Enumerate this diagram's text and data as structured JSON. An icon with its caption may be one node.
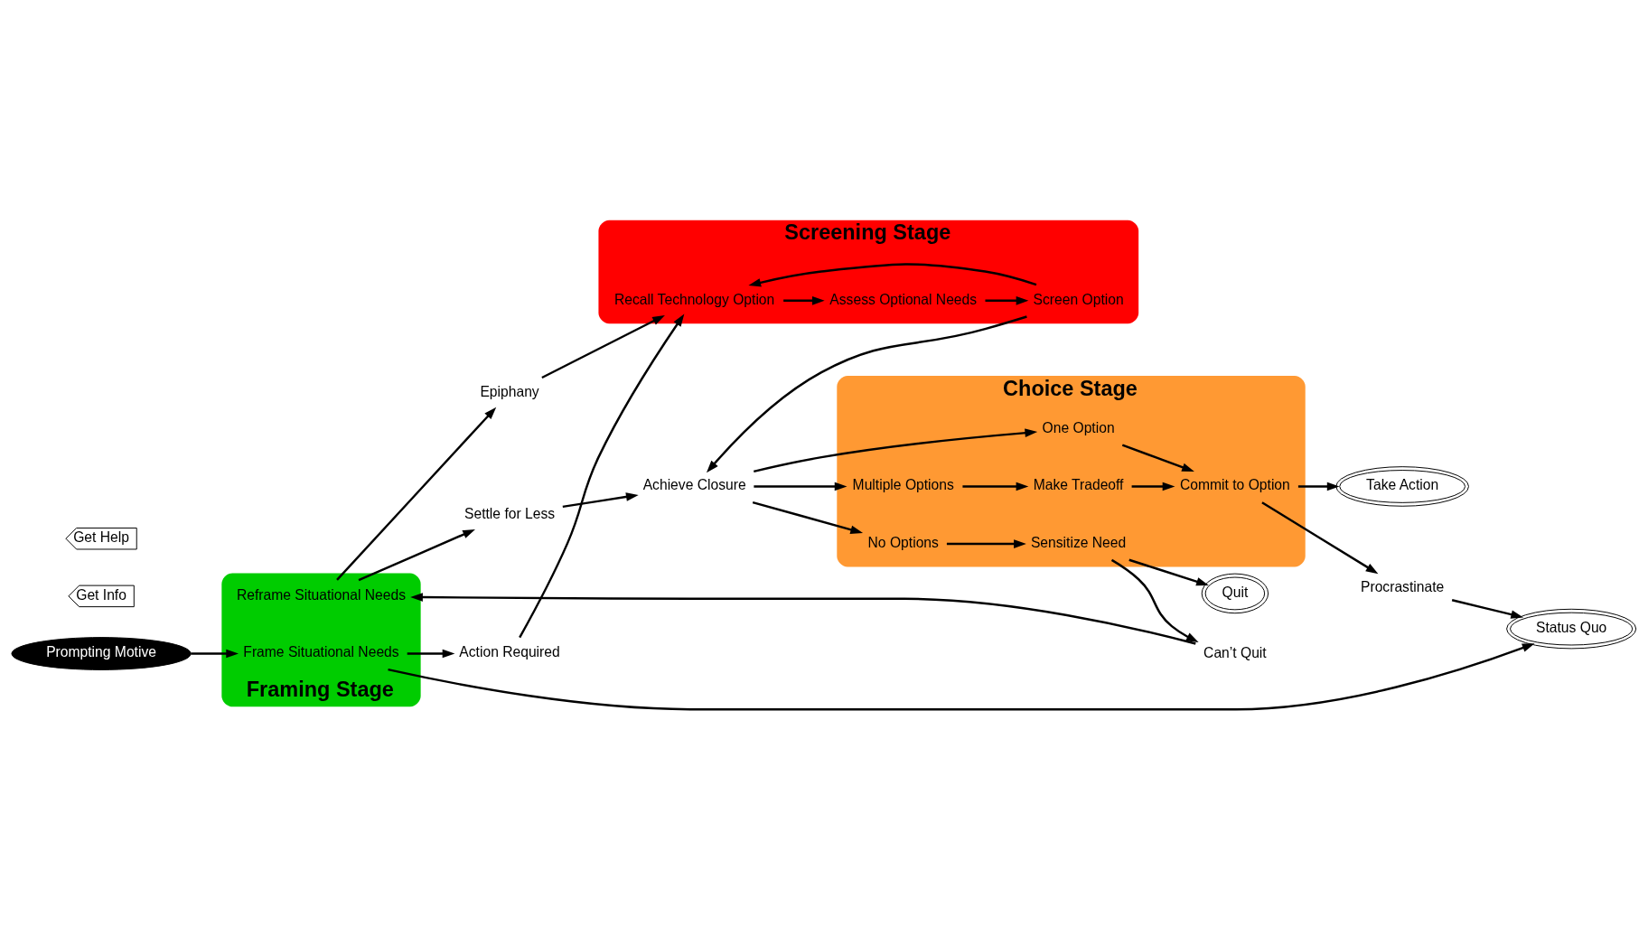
{
  "diagram": {
    "nodes": [
      {
        "text": [
          "Framing Stage"
        ]
      },
      {
        "text": [
          "Reframe Situational Needs"
        ],
        "in": 0
      },
      {
        "text": [
          "Frame Situational Needs"
        ],
        "in": 0
      },
      {
        "text": [
          "Screening Stage"
        ]
      },
      {
        "text": [
          "Recall Technology Option"
        ],
        "in": 3
      },
      {
        "text": [
          "Assess Optional Needs"
        ],
        "in": 3
      },
      {
        "text": [
          "Screen Option"
        ],
        "in": 3
      },
      {
        "text": [
          "Choice Stage"
        ]
      },
      {
        "text": [
          "No Options"
        ],
        "in": 7
      },
      {
        "text": [
          "Sensitize Need"
        ],
        "in": 7
      },
      {
        "text": [
          "Multiple Options"
        ],
        "in": 7
      },
      {
        "text": [
          "Make Tradeoff"
        ],
        "in": 7
      },
      {
        "text": [
          "One Option"
        ],
        "in": 7
      },
      {
        "text": [
          "Commit to Option"
        ],
        "in": 7
      },
      {
        "text": [
          "Prompting Motive"
        ]
      },
      {
        "text": [
          "Settle for Less"
        ]
      },
      {
        "text": [
          "Epiphany"
        ]
      },
      {
        "text": [
          "Action Required"
        ]
      },
      {
        "text": [
          "Achieve Closure"
        ]
      },
      {
        "text": [
          "Can’t Quit"
        ]
      },
      {
        "text": [
          "Quit"
        ]
      },
      {
        "text": [
          "Take Action"
        ]
      },
      {
        "text": [
          "Procrastinate"
        ]
      },
      {
        "text": [
          "Status Quo"
        ]
      },
      {
        "text": [
          "Get Info"
        ]
      },
      {
        "text": [
          "Get Help"
        ]
      }
    ],
    "edges": [
      {
        "from": 14,
        "to": 2,
        "arrow": "to"
      },
      {
        "from": 1,
        "to": 15,
        "arrow": "to"
      },
      {
        "from": 1,
        "to": 16,
        "arrow": "to"
      },
      {
        "from": 2,
        "to": 17,
        "arrow": "to"
      },
      {
        "from": 17,
        "to": 4,
        "arrow": "to"
      },
      {
        "from": 16,
        "to": 4,
        "arrow": "to"
      },
      {
        "from": 4,
        "to": 5,
        "arrow": "to"
      },
      {
        "from": 5,
        "to": 6,
        "arrow": "to"
      },
      {
        "from": 6,
        "to": 4,
        "arrow": "to"
      },
      {
        "from": 6,
        "to": 18,
        "arrow": "to"
      },
      {
        "from": 15,
        "to": 18,
        "arrow": "to"
      },
      {
        "from": 18,
        "to": 8,
        "arrow": "to"
      },
      {
        "from": 18,
        "to": 10,
        "arrow": "to"
      },
      {
        "from": 18,
        "to": 12,
        "arrow": "to"
      },
      {
        "from": 8,
        "to": 9,
        "arrow": "to"
      },
      {
        "from": 10,
        "to": 11,
        "arrow": "to"
      },
      {
        "from": 11,
        "to": 13,
        "arrow": "to"
      },
      {
        "from": 12,
        "to": 13,
        "arrow": "to"
      },
      {
        "from": 9,
        "to": 19,
        "arrow": "to"
      },
      {
        "from": 9,
        "to": 20,
        "arrow": "to"
      },
      {
        "from": 13,
        "to": 21,
        "arrow": "to"
      },
      {
        "from": 13,
        "to": 22,
        "arrow": "to"
      },
      {
        "from": 22,
        "to": 23,
        "arrow": "to"
      },
      {
        "from": 19,
        "to": 1,
        "arrow": "to"
      },
      {
        "from": 2,
        "to": 23,
        "arrow": "to"
      }
    ]
  }
}
